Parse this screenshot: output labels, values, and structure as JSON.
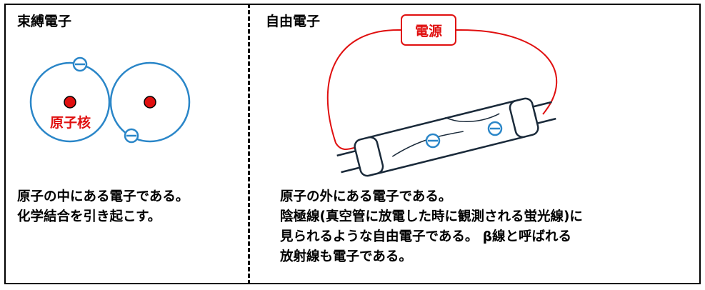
{
  "left_panel": {
    "title": "束縛電子",
    "nucleus_label": "原子核",
    "description": [
      "原子の中にある電子である。",
      "化学結合を引き起こす。"
    ]
  },
  "right_panel": {
    "title": "自由電子",
    "power_source_label": "電源",
    "description": [
      "原子の外にある電子である。",
      "陰極線(真空管に放電した時に観測される蛍光線)に",
      "見られるような自由電子である。 β線と呼ばれる",
      "放射線も電子である。"
    ]
  },
  "colors": {
    "orbit": "#2a86c8",
    "nucleus": "#e01010",
    "wire": "#e01010",
    "tube_outline": "#1a2a3a",
    "electron_path": "#2a86c8"
  },
  "icons": [
    "electron-icon",
    "nucleus-icon",
    "cathode-ray-tube-icon"
  ]
}
